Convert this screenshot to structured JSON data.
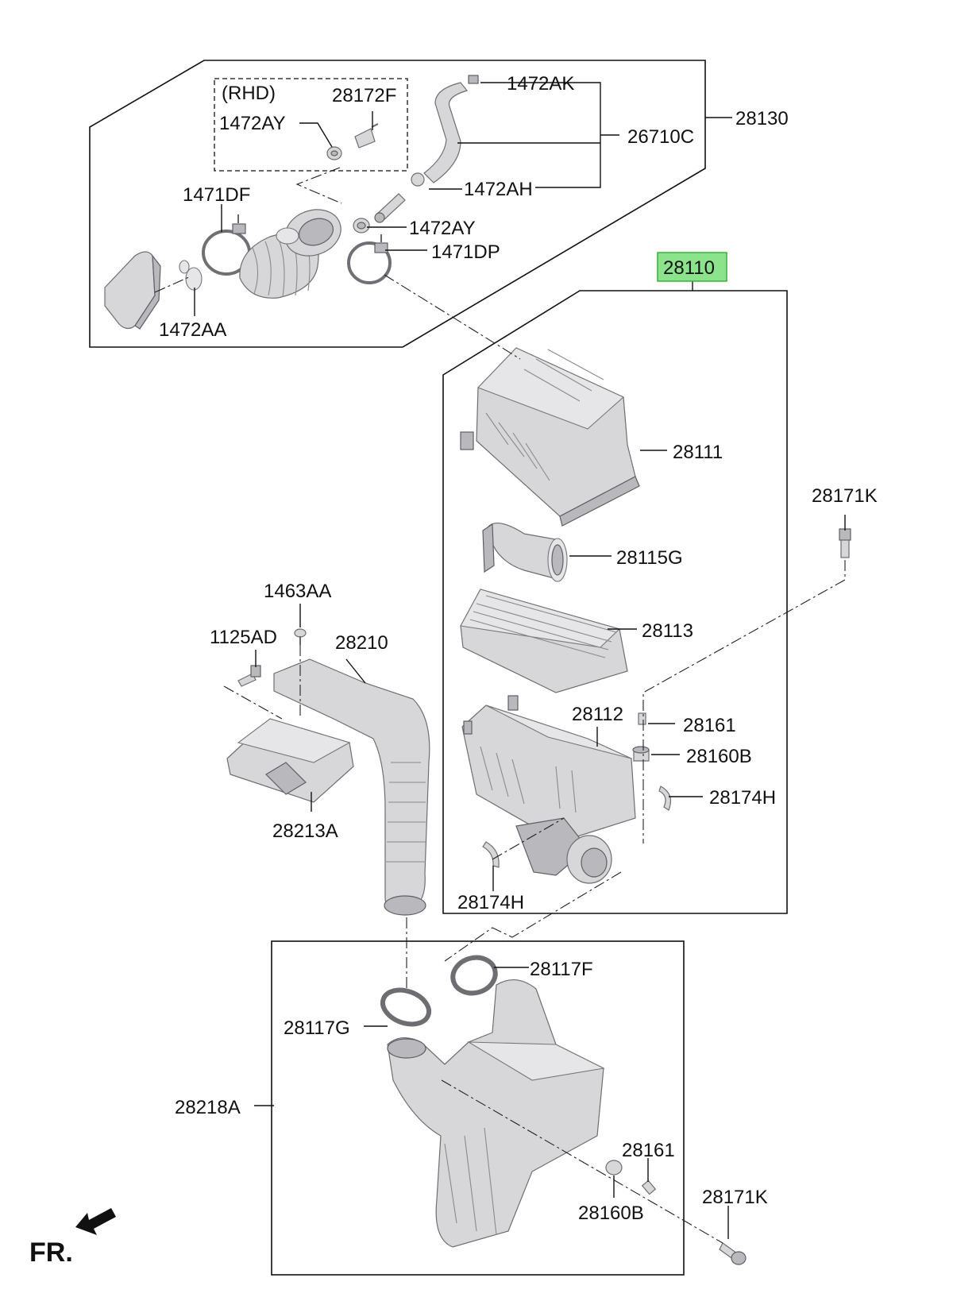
{
  "diagram": {
    "highlighted_part": "28110",
    "fr_label": "FR.",
    "rhd_label": "(RHD)",
    "labels": {
      "p28130": "28130",
      "p28172F": "28172F",
      "p1472AY_a": "1472AY",
      "p1472AK": "1472AK",
      "p26710C": "26710C",
      "p1472AH": "1472AH",
      "p1471DF": "1471DF",
      "p1472AY_b": "1472AY",
      "p1471DP": "1471DP",
      "p1472AA": "1472AA",
      "p28110": "28110",
      "p28111": "28111",
      "p28171K_a": "28171K",
      "p28115G": "28115G",
      "p28113": "28113",
      "p28112": "28112",
      "p28161_a": "28161",
      "p28160B_a": "28160B",
      "p28174H_a": "28174H",
      "p28174H_b": "28174H",
      "p1463AA": "1463AA",
      "p1125AD": "1125AD",
      "p28210": "28210",
      "p28213A": "28213A",
      "p28117F": "28117F",
      "p28117G": "28117G",
      "p28218A": "28218A",
      "p28161_b": "28161",
      "p28171K_b": "28171K",
      "p28160B_b": "28160B"
    }
  }
}
